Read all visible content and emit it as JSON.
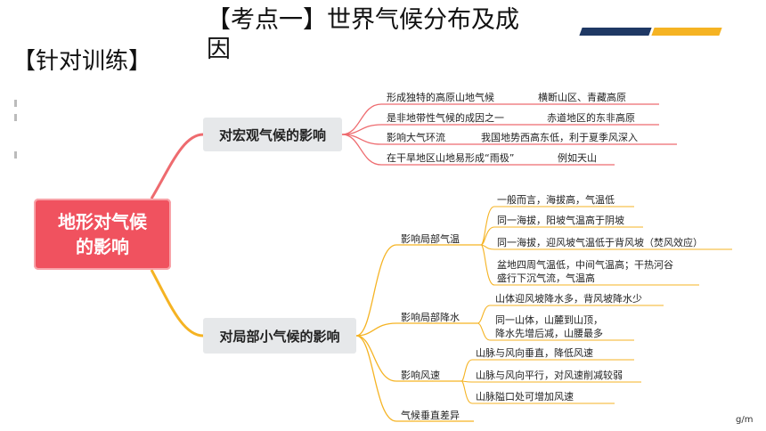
{
  "header": {
    "title_line1": "【考点一】世界气候分布及成",
    "title_line2": "因",
    "subtitle": "【针对训练】",
    "bar_colors": [
      "#1f3864",
      "#f5b323"
    ]
  },
  "mindmap": {
    "root": {
      "line1": "地形对气候",
      "line2": "的影响"
    },
    "macro": {
      "label": "对宏观气候的影响",
      "items": [
        {
          "left": "形成独特的高原山地气候",
          "right": "横断山区、青藏高原"
        },
        {
          "left": "是非地带性气候的成因之一",
          "right": "赤道地区的东非高原"
        },
        {
          "left": "影响大气环流",
          "right": "我国地势西高东低，利于夏季风深入"
        },
        {
          "left": "在干旱地区山地易形成“雨极”",
          "right": "例如天山"
        }
      ]
    },
    "local": {
      "label": "对局部小气候的影响",
      "groups": [
        {
          "label": "影响局部气温",
          "items": [
            "一般而言，海拔高，气温低",
            "同一海拔，阳坡气温高于阴坡",
            "同一海拔，迎风坡气温低于背风坡（焚风效应）",
            "盆地四周气温低，中间气温高；干热河谷",
            "盛行下沉气流，气温高"
          ]
        },
        {
          "label": "影响局部降水",
          "items": [
            "山体迎风坡降水多，背风坡降水少",
            "同一山体，山麓到山顶，",
            "降水先增后减，山腰最多"
          ]
        },
        {
          "label": "影响风速",
          "items": [
            "山脉与风向垂直，降低风速",
            "山脉与风向平行，对风速削减较弱",
            "山脉隘口处可增加风速"
          ]
        },
        {
          "label": "气候垂直差异",
          "items": []
        }
      ]
    }
  },
  "corner_text": "g/m",
  "colors": {
    "root": "#f0525f",
    "macro_line": "#ee6b6f",
    "local_line": "#f5b323"
  }
}
